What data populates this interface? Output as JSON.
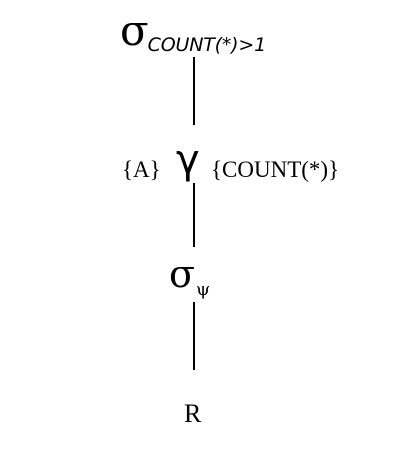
{
  "tree": {
    "top_selection": {
      "operator": "σ",
      "condition": "COUNT(*)>1"
    },
    "grouping": {
      "group_by": "{A}",
      "operator": "γ",
      "aggregates": "{COUNT(*)}"
    },
    "lower_selection": {
      "operator": "σ",
      "condition": "ψ"
    },
    "relation": "R"
  }
}
